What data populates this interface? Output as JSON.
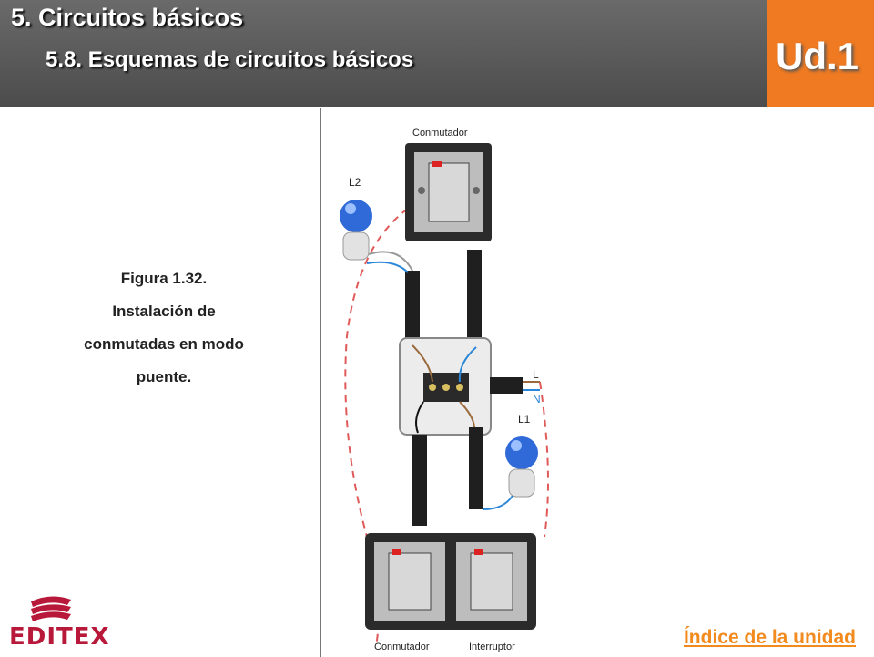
{
  "header": {
    "title": "5. Circuitos básicos",
    "subtitle": "5.8. Esquemas de circuitos básicos",
    "unit": "Ud.1"
  },
  "caption": {
    "lines": [
      "Figura 1.32.",
      "Instalación de",
      "conmutadas en modo",
      "puente."
    ]
  },
  "figure": {
    "labels": {
      "top_switch": "Conmutador",
      "lamp2": "L2",
      "line": "L",
      "neutral": "N",
      "lamp1": "L1",
      "bottom_left": "Conmutador",
      "bottom_right": "Interruptor"
    }
  },
  "footer": {
    "logo": "EDITEX",
    "index_link": "Índice de la unidad"
  },
  "colors": {
    "header": "#5a5a5a",
    "badge": "#ef7a22",
    "logo": "#b8183a",
    "link": "#f28a1e"
  }
}
